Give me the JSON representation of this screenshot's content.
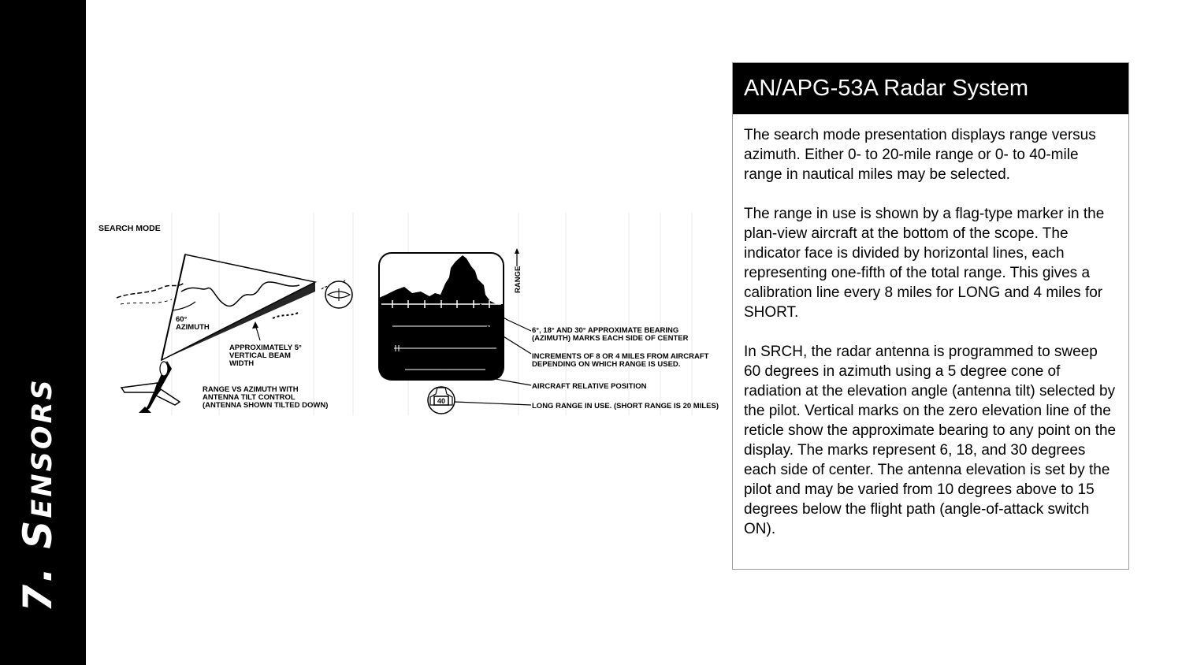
{
  "sidebar": {
    "section_title": "7. Sensors"
  },
  "figure": {
    "search_mode_label": "SEARCH MODE",
    "azimuth_label": [
      "60°",
      "AZIMUTH"
    ],
    "beam_label": [
      "APPROXIMATELY 5°",
      "VERTICAL BEAM",
      "WIDTH"
    ],
    "range_vs_azimuth_label": [
      "RANGE VS AZIMUTH WITH",
      "ANTENNA TILT CONTROL",
      "(ANTENNA SHOWN TILTED DOWN)"
    ],
    "range_axis_label": "RANGE",
    "range_marker_value": "40",
    "callouts": {
      "bearing_marks": [
        "6°, 18° AND 30° APPROXIMATE BEARING",
        "(AZIMUTH) MARKS EACH SIDE OF CENTER"
      ],
      "increments": [
        "INCREMENTS OF 8 OR 4 MILES FROM AIRCRAFT",
        "DEPENDING ON WHICH RANGE IS USED."
      ],
      "aircraft_position": "AIRCRAFT RELATIVE POSITION",
      "long_range": "LONG RANGE IN USE. (SHORT RANGE IS 20 MILES)"
    }
  },
  "panel": {
    "title": "AN/APG-53A Radar System",
    "paragraphs": [
      "The search mode presentation displays range versus azimuth. Either 0- to 20-mile range or 0- to 40-mile range in nautical miles may be selected.",
      "The range in use is shown by a flag-type marker in the plan-view aircraft at the bottom of the scope. The indicator face is divided by horizontal lines, each representing one-fifth of the total range. This gives a calibration line every 8 miles for LONG and 4 miles for SHORT.",
      "In SRCH, the radar antenna is programmed to sweep 60 degrees in azimuth using a 5 degree cone of radiation at the elevation angle (antenna tilt) selected by the pilot. Vertical marks on the zero elevation line of the reticle show the approximate bearing to any point on the display. The marks represent 6, 18, and 30 degrees each side of center. The antenna elevation is set by the pilot and may be varied from 10 degrees above to 15 degrees below the flight path (angle-of-attack switch ON)."
    ]
  }
}
